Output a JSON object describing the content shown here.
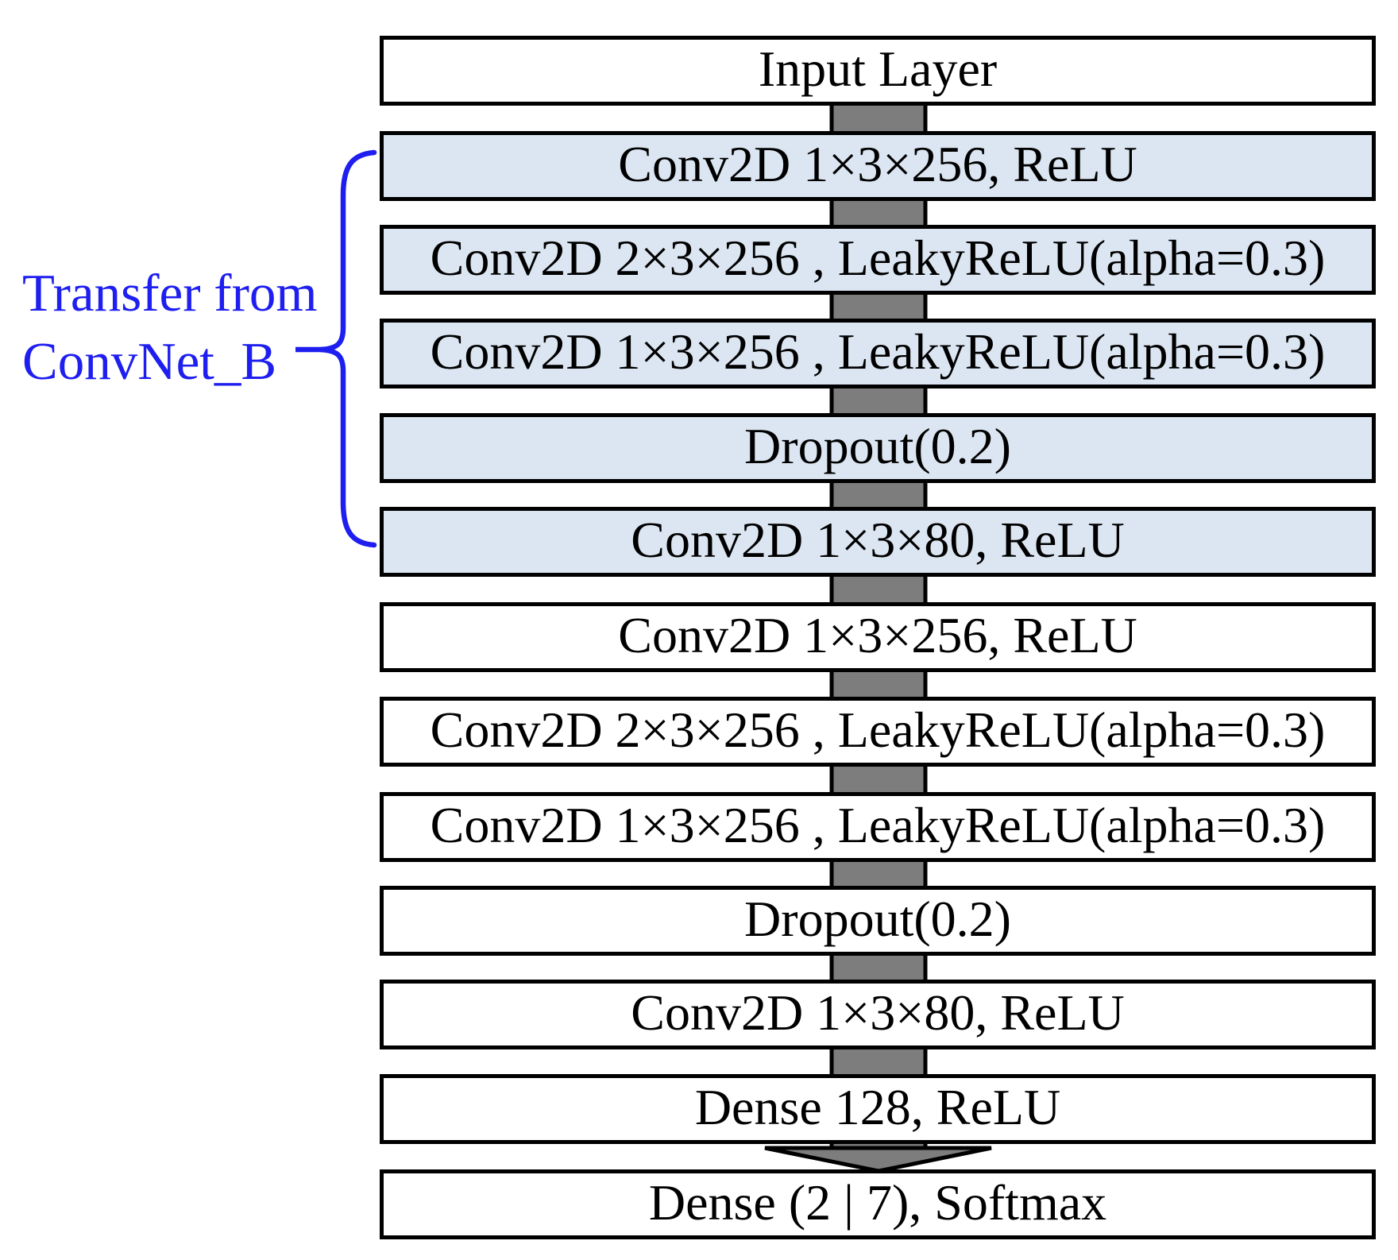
{
  "diagram": {
    "transfer_label": {
      "line1": "Transfer from",
      "line2": "ConvNet_B"
    },
    "layers": [
      {
        "label": "Input Layer",
        "transferred": false
      },
      {
        "label": "Conv2D 1×3×256, ReLU",
        "transferred": true
      },
      {
        "label": "Conv2D 2×3×256 , LeakyReLU(alpha=0.3)",
        "transferred": true
      },
      {
        "label": "Conv2D 1×3×256 , LeakyReLU(alpha=0.3)",
        "transferred": true
      },
      {
        "label": "Dropout(0.2)",
        "transferred": true
      },
      {
        "label": "Conv2D 1×3×80, ReLU",
        "transferred": true
      },
      {
        "label": "Conv2D 1×3×256, ReLU",
        "transferred": false
      },
      {
        "label": "Conv2D 2×3×256 , LeakyReLU(alpha=0.3)",
        "transferred": false
      },
      {
        "label": "Conv2D 1×3×256 , LeakyReLU(alpha=0.3)",
        "transferred": false
      },
      {
        "label": "Dropout(0.2)",
        "transferred": false
      },
      {
        "label": "Conv2D 1×3×80, ReLU",
        "transferred": false
      },
      {
        "label": "Dense 128, ReLU",
        "transferred": false
      },
      {
        "label": "Dense (2 | 7), Softmax",
        "transferred": false
      }
    ],
    "colors": {
      "transferred_fill": "#dce6f2",
      "default_fill": "#ffffff",
      "border": "#000000",
      "arrow_gray": "#7d7d7d",
      "accent_blue": "#1e1ef0"
    }
  }
}
